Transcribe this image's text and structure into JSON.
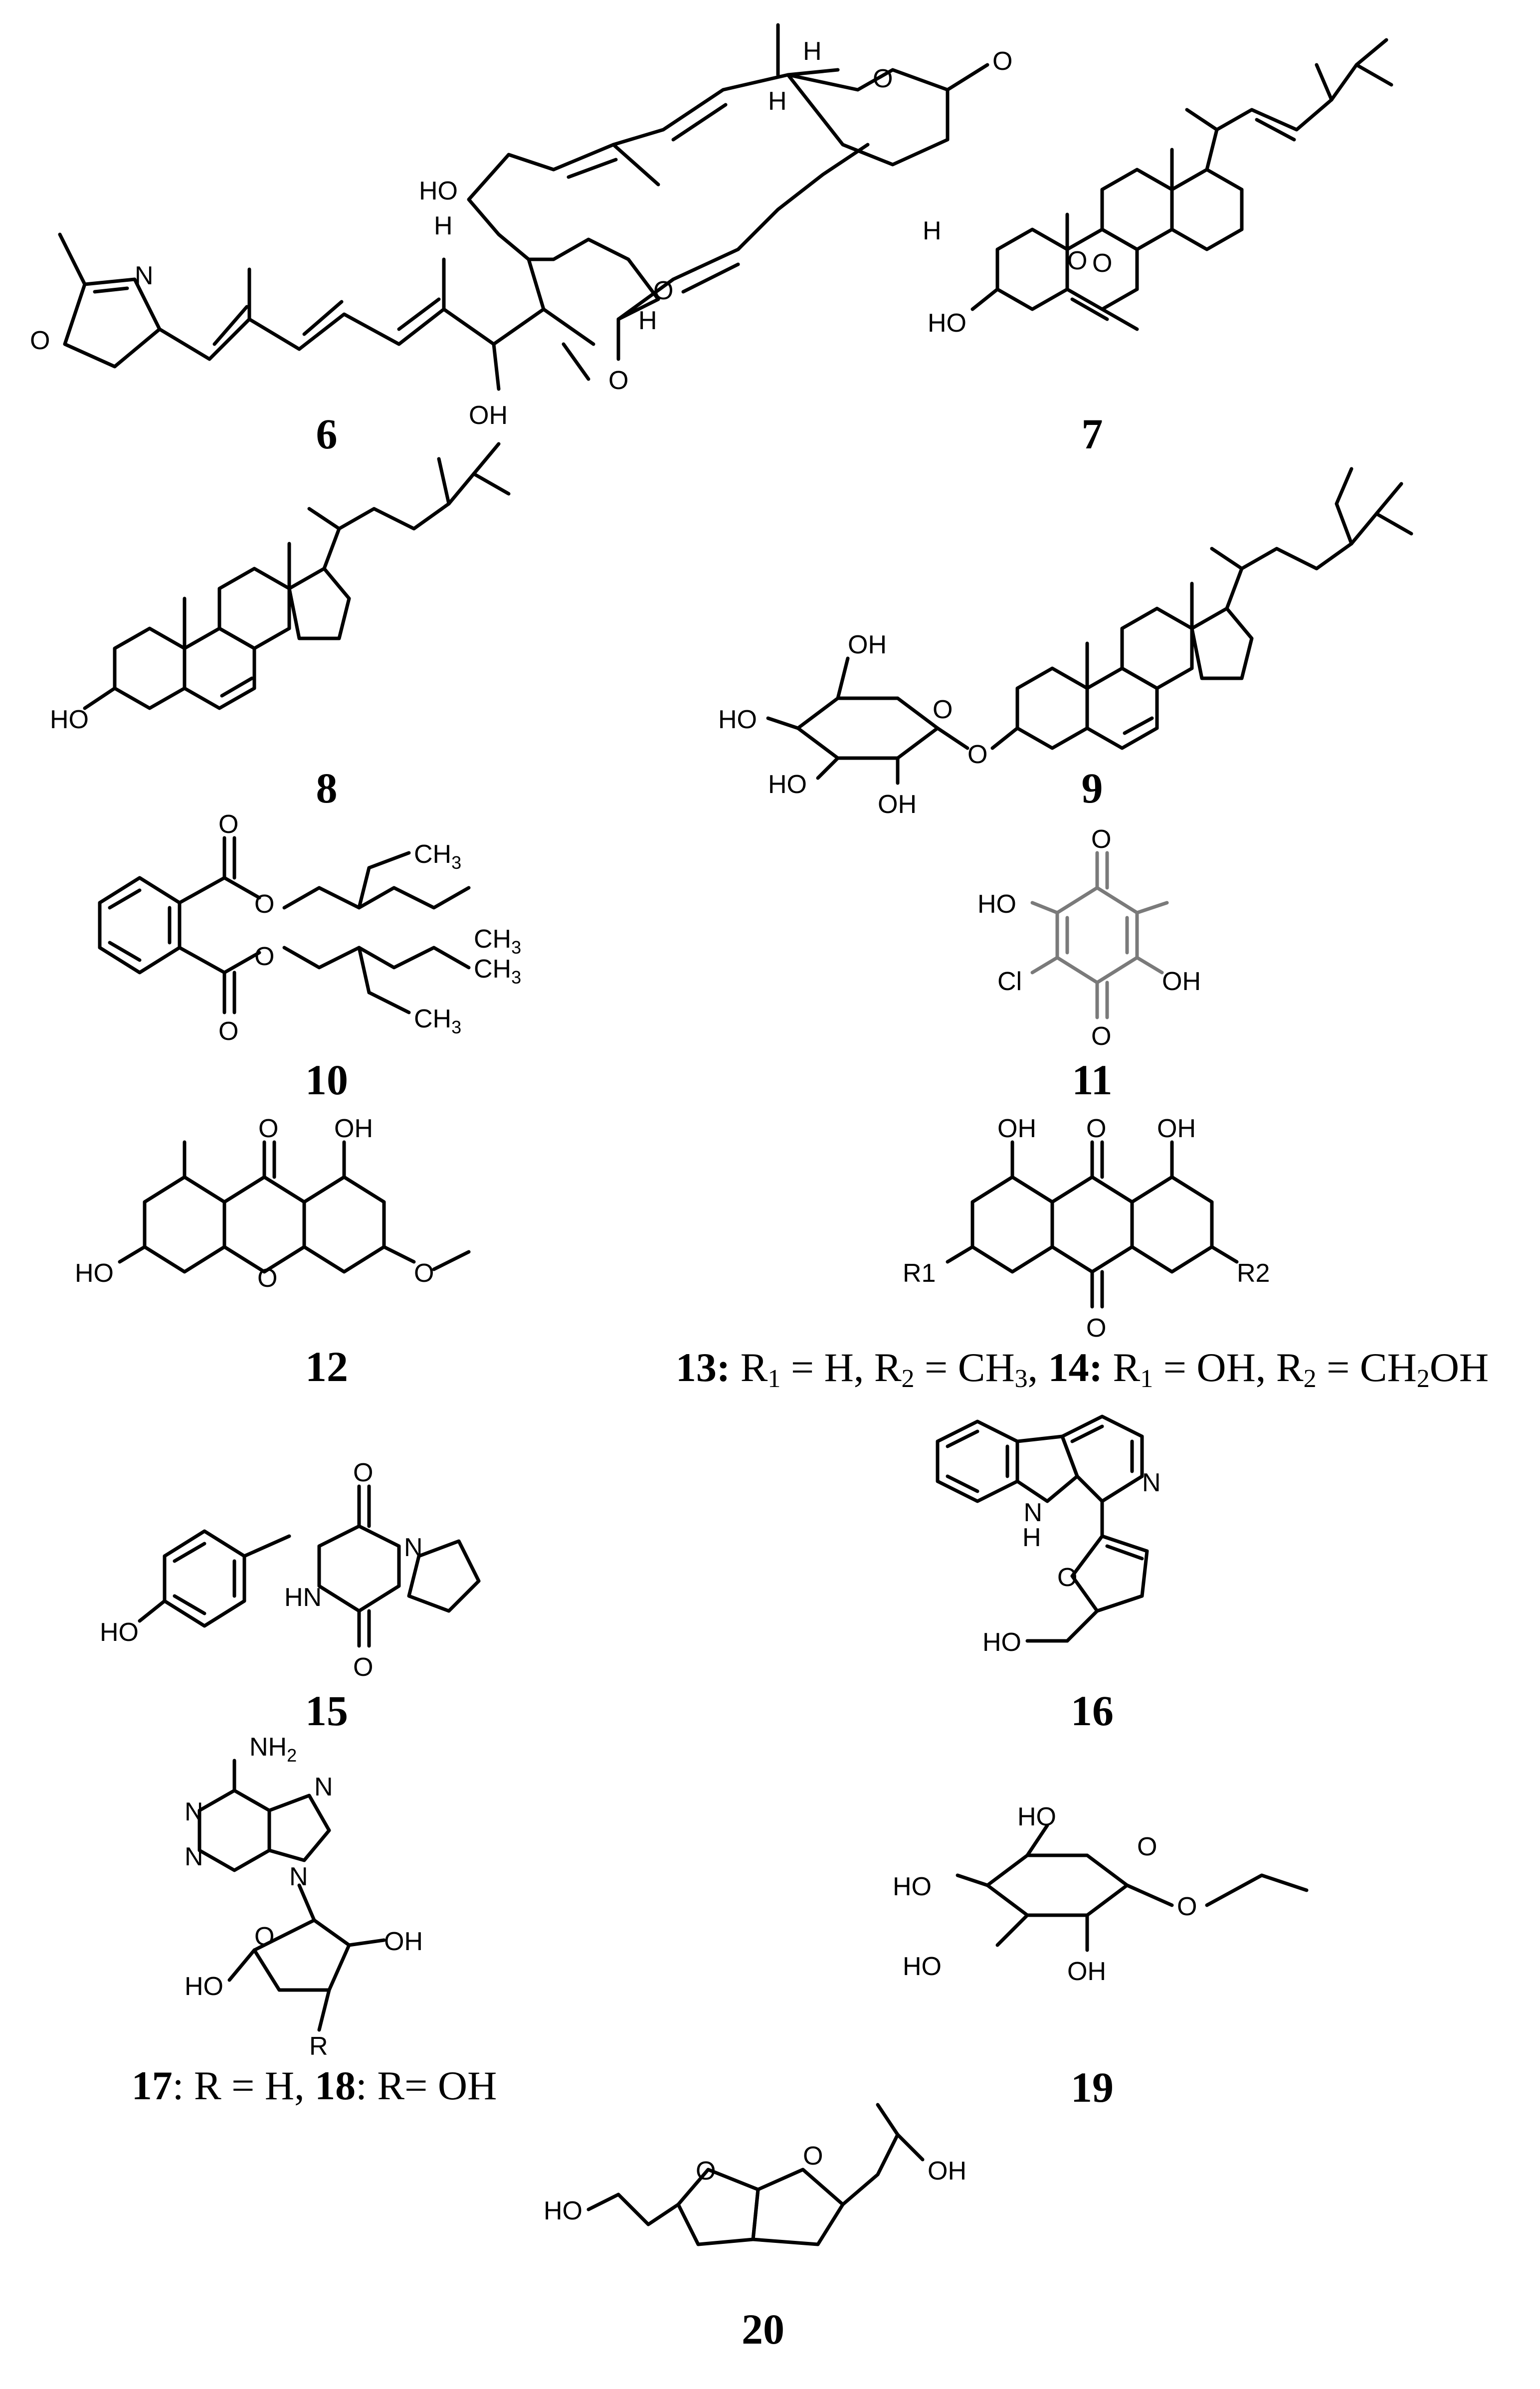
{
  "compounds": [
    {
      "id": "6"
    },
    {
      "id": "7"
    },
    {
      "id": "8"
    },
    {
      "id": "9"
    },
    {
      "id": "10"
    },
    {
      "id": "11"
    },
    {
      "id": "12"
    },
    {
      "id": "15"
    },
    {
      "id": "16"
    },
    {
      "id": "19"
    },
    {
      "id": "20"
    }
  ],
  "captions": {
    "c13": {
      "n1": "13:",
      "t1": " R",
      "s1": "1",
      "t2": " = H, R",
      "s2": "2",
      "t3": " = CH",
      "s3": "3",
      "t4": ", ",
      "n2": "14:",
      "t5": " R",
      "s4": "1",
      "t6": " = OH, R",
      "s5": "2",
      "t7": " = CH",
      "s6": "2",
      "t8": "OH"
    },
    "c17": {
      "n1": "17",
      "t1": ": R = H, ",
      "n2": "18",
      "t2": ": R= OH"
    }
  },
  "atoms": {
    "HO": "HO",
    "OH": "OH",
    "O": "O",
    "N": "N",
    "H": "H",
    "Cl": "Cl",
    "NH": "NH",
    "HN": "HN",
    "R": "R",
    "R1": "R1",
    "R2": "R2",
    "CH": "CH",
    "sub3": "3",
    "sub2": "2"
  }
}
